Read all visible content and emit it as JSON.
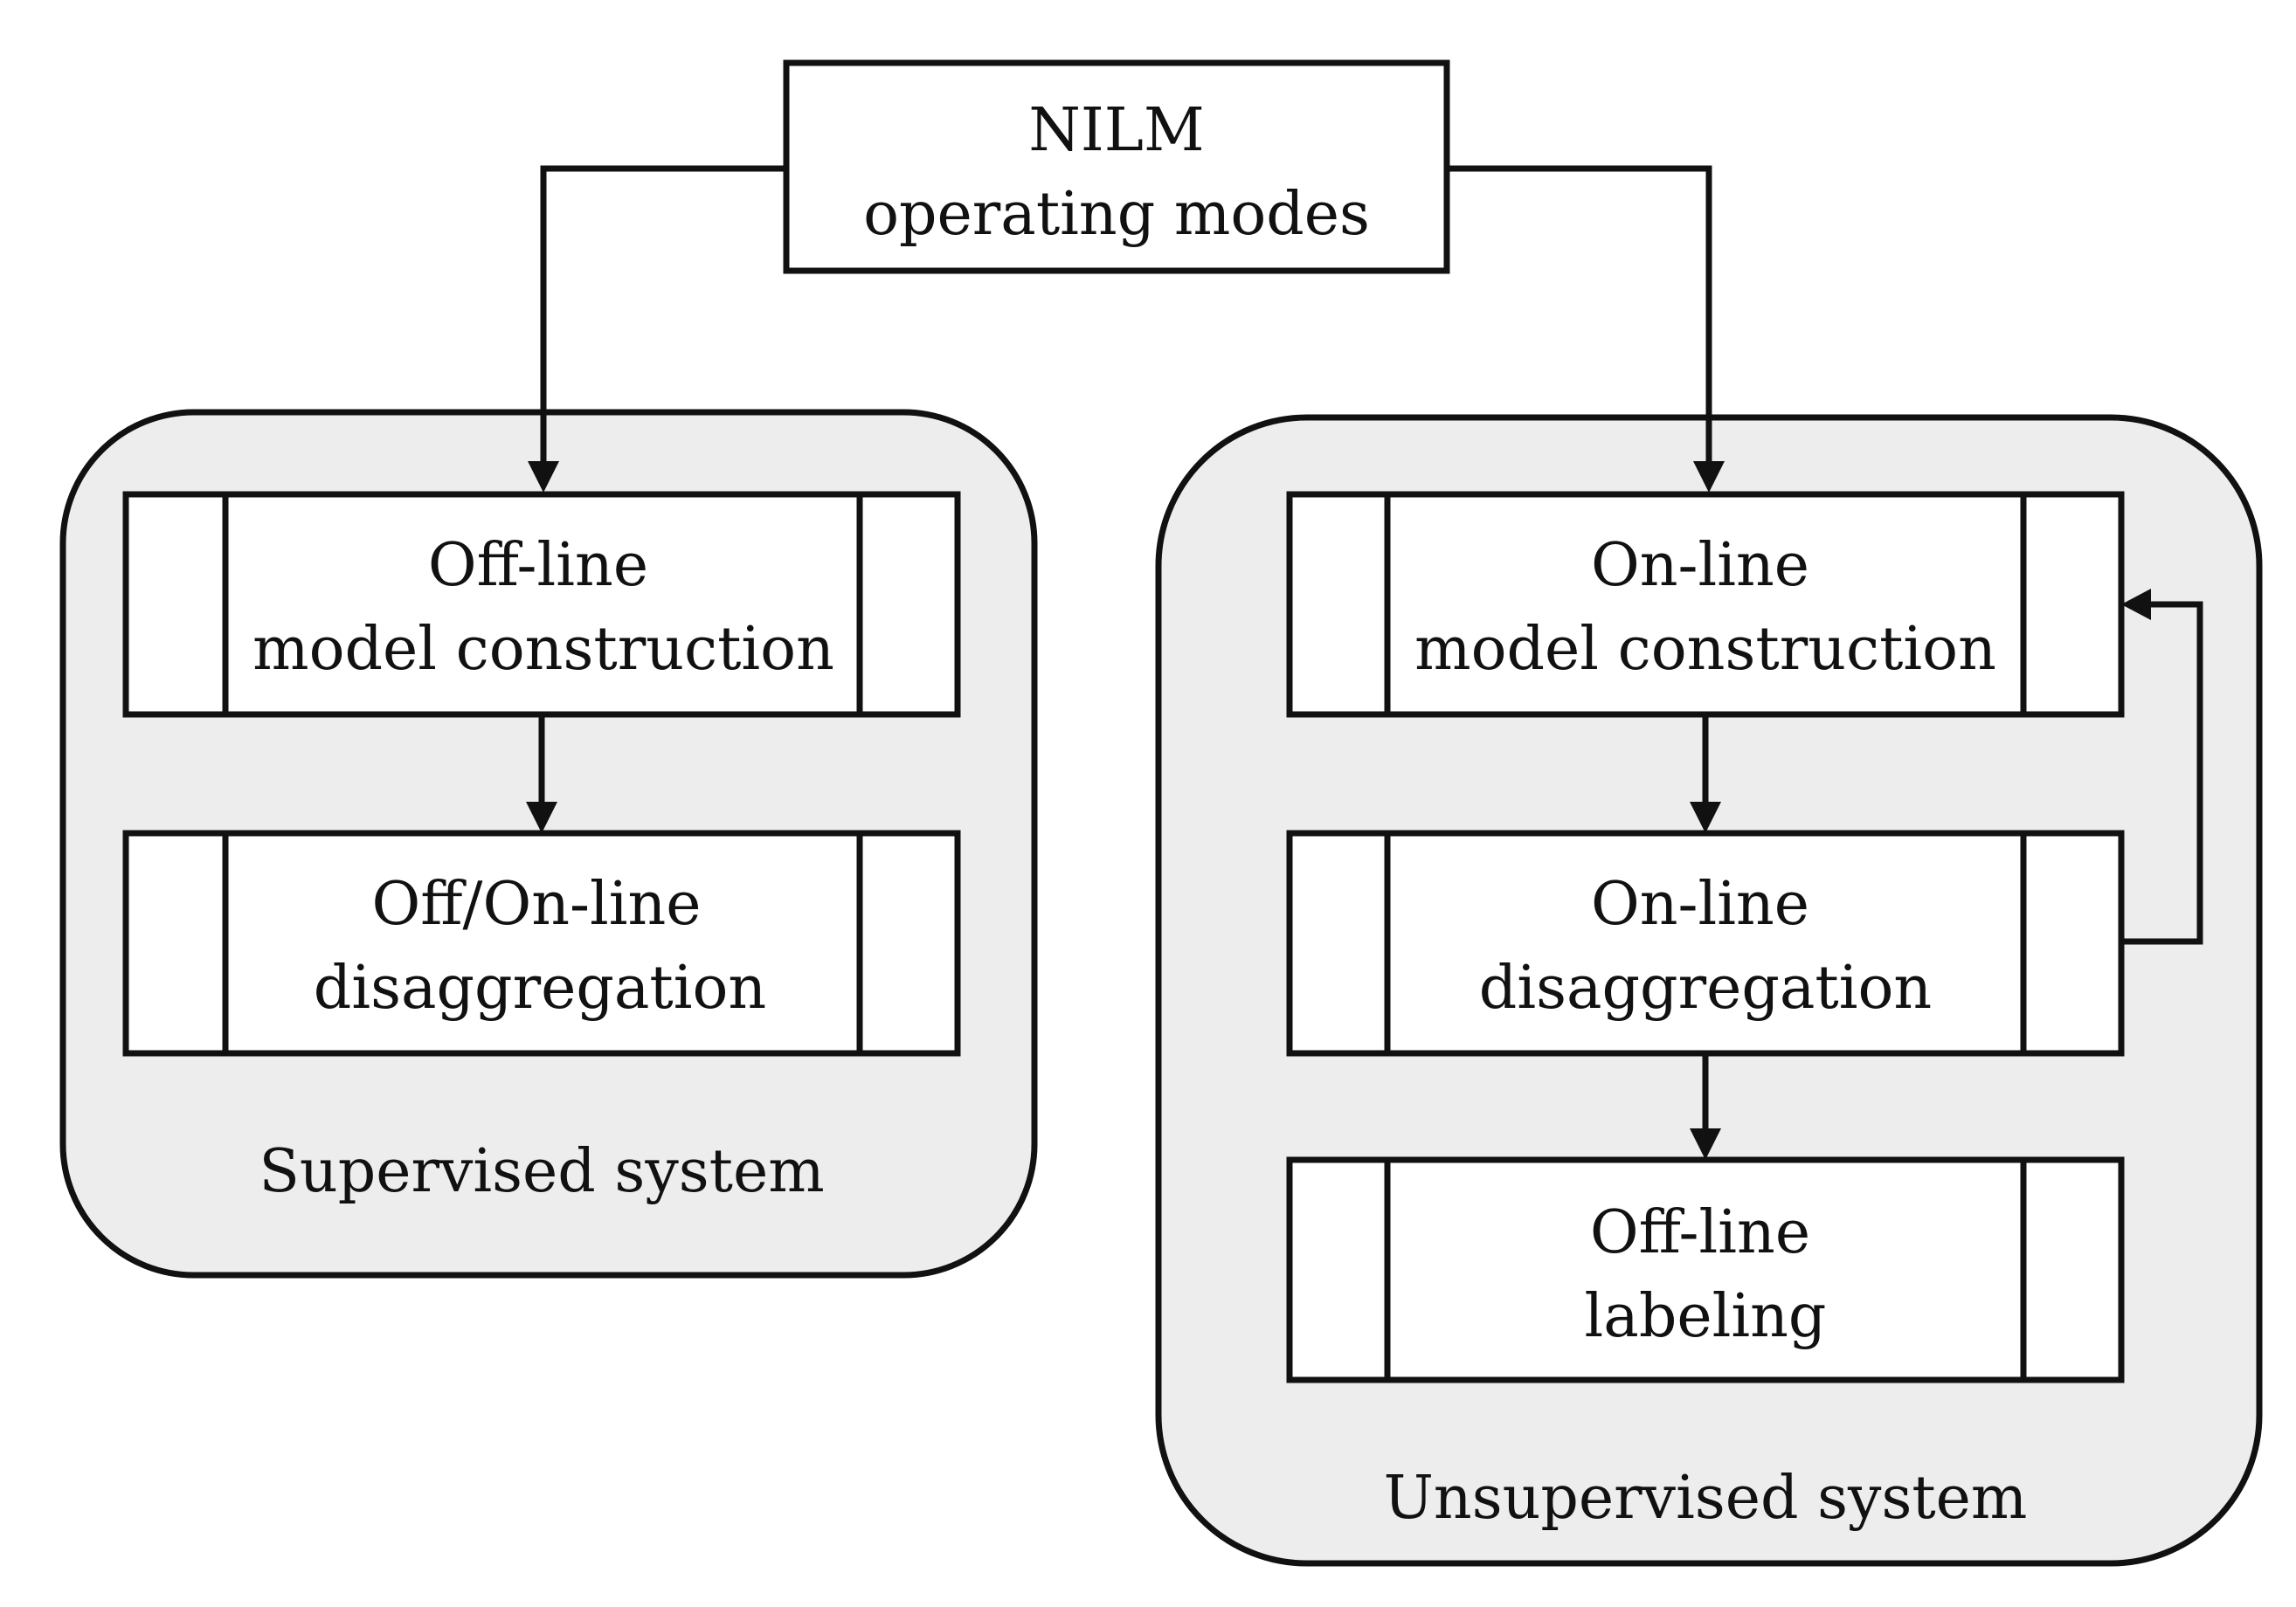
{
  "root": {
    "line1": "NILM",
    "line2": "operating modes"
  },
  "supervised": {
    "label": "Supervised system",
    "step1": {
      "line1": "Off-line",
      "line2": "model construction"
    },
    "step2": {
      "line1": "Off/On-line",
      "line2": "disaggregation"
    }
  },
  "unsupervised": {
    "label": "Unsupervised system",
    "step1": {
      "line1": "On-line",
      "line2": "model construction"
    },
    "step2": {
      "line1": "On-line",
      "line2": "disaggregation"
    },
    "step3": {
      "line1": "Off-line",
      "line2": "labeling"
    }
  }
}
